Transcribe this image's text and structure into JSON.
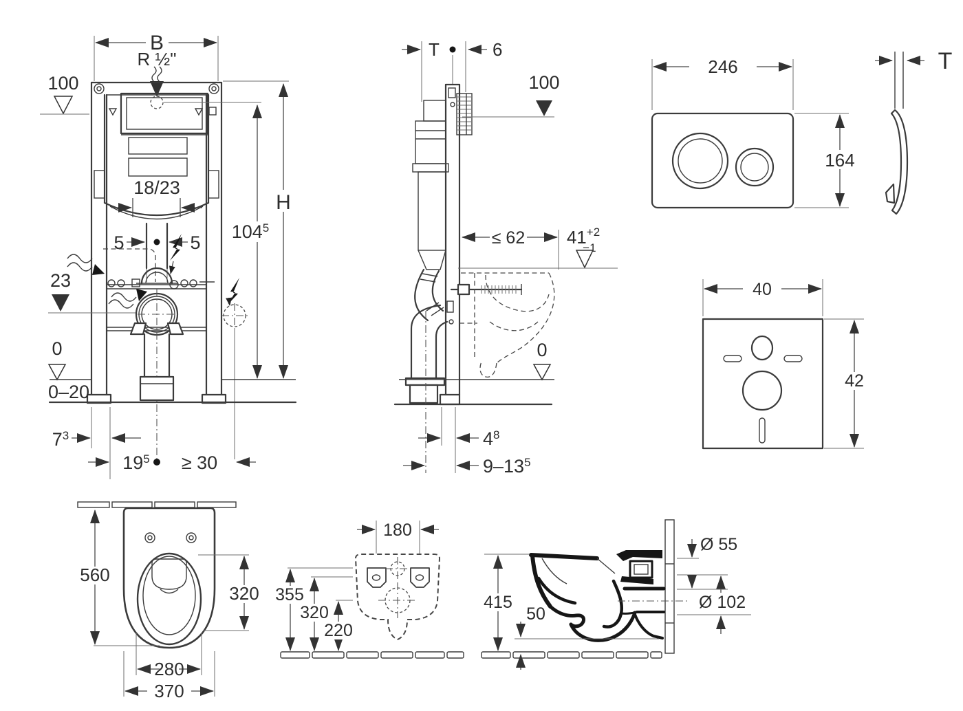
{
  "colors": {
    "line": "#3b3b3b",
    "dim": "#474747",
    "text": "#2d2d2d",
    "bg": "#ffffff"
  },
  "views": {
    "frame_front": {
      "dims": {
        "b": "B",
        "supply": "R ½\"",
        "level": "100",
        "window": "18/23",
        "off_l": "5",
        "off_r": "5",
        "drain": "23",
        "zero": "0",
        "floor": "0–20",
        "h": "H",
        "h2": "104",
        "h2s": "5",
        "leg": "7",
        "legs": "3",
        "depth": "19",
        "depths": "5",
        "min": "≥ 30"
      }
    },
    "frame_side": {
      "dims": {
        "t": "T",
        "gap": "6",
        "level": "100",
        "depth": "≤ 62",
        "bowl": "41",
        "bowl_tol_p": "+2",
        "bowl_tol_m": "−1",
        "zero": "0",
        "a": "4",
        "as": "8",
        "b": "9–13",
        "bs": "5"
      }
    },
    "flush_plate": {
      "dims": {
        "w": "246",
        "h": "164",
        "t": "T"
      }
    },
    "sound_pad": {
      "dims": {
        "w": "40",
        "h": "42"
      }
    },
    "wc_top": {
      "dims": {
        "len": "560",
        "bowl": "320",
        "seat": "280",
        "w": "370"
      }
    },
    "wc_rear": {
      "dims": {
        "holes": "180",
        "h1": "355",
        "h2": "320",
        "h3": "220"
      }
    },
    "wc_side": {
      "dims": {
        "h": "415",
        "gap": "50",
        "d1": "Ø 55",
        "d2": "Ø 102"
      }
    }
  }
}
